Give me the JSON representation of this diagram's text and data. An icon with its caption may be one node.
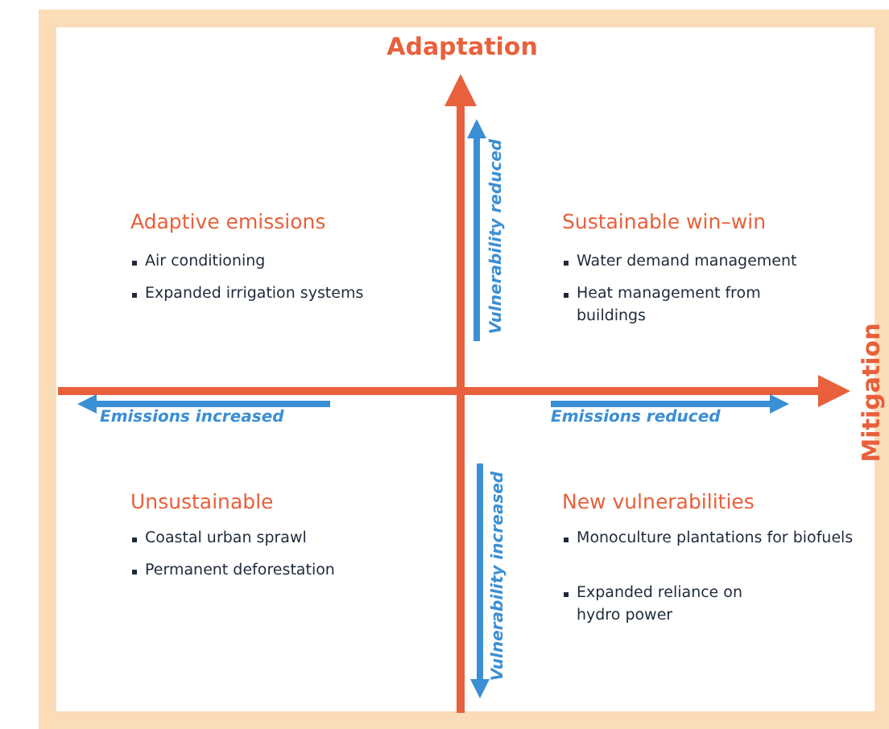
{
  "diagram": {
    "labels": [
      "Adaptation",
      "Adaptive emissions",
      "Air conditioning",
      "Expanded irrigation systems",
      "Vulnerability reduced",
      "Sustainable win–win",
      "Water demand management",
      "Heat management from buildings",
      "Mitigation",
      "Emissions increased",
      "Emissions reduced",
      "Unsustainable",
      "Coastal urban sprawl",
      "Permanent deforestation",
      "Vulnerability increased",
      "New vulnerabilities",
      "Monoculture plantations for biofuels",
      "Expanded reliance on hydro power"
    ]
  }
}
